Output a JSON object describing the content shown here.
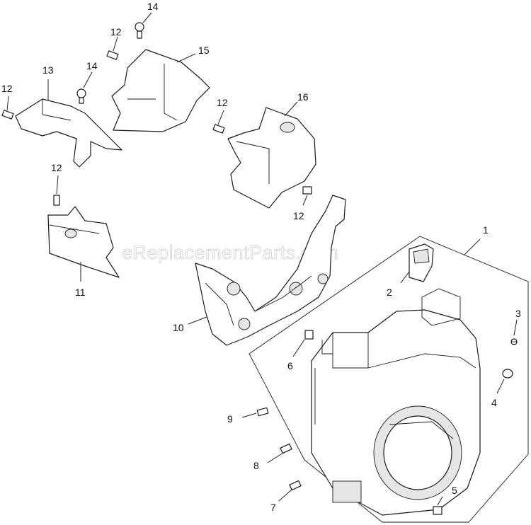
{
  "watermark": "eReplacementParts.com",
  "callouts": [
    {
      "id": "1",
      "label": "1"
    },
    {
      "id": "2",
      "label": "2"
    },
    {
      "id": "3",
      "label": "3"
    },
    {
      "id": "4",
      "label": "4"
    },
    {
      "id": "5",
      "label": "5"
    },
    {
      "id": "6",
      "label": "6"
    },
    {
      "id": "7",
      "label": "7"
    },
    {
      "id": "8",
      "label": "8"
    },
    {
      "id": "9",
      "label": "9"
    },
    {
      "id": "10",
      "label": "10"
    },
    {
      "id": "11",
      "label": "11"
    },
    {
      "id": "12a",
      "label": "12"
    },
    {
      "id": "12b",
      "label": "12"
    },
    {
      "id": "12c",
      "label": "12"
    },
    {
      "id": "12d",
      "label": "12"
    },
    {
      "id": "12e",
      "label": "12"
    },
    {
      "id": "13",
      "label": "13"
    },
    {
      "id": "14a",
      "label": "14"
    },
    {
      "id": "14b",
      "label": "14"
    },
    {
      "id": "15",
      "label": "15"
    },
    {
      "id": "16",
      "label": "16"
    }
  ]
}
